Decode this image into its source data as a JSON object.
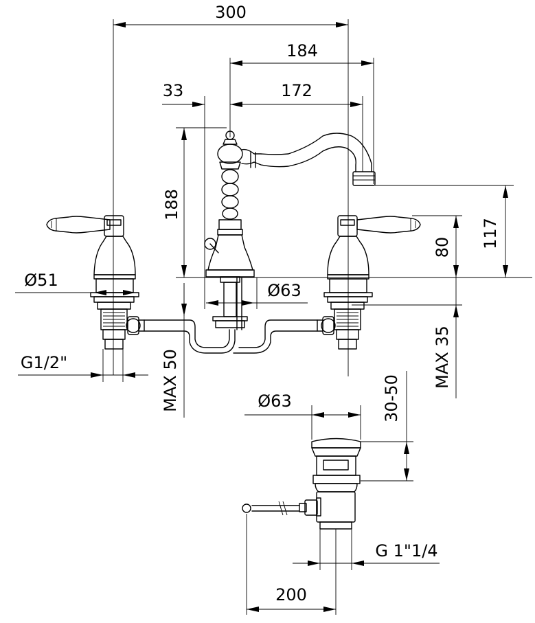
{
  "dimensions": {
    "overall_width": "300",
    "spout_reach": "184",
    "spout_offset": "172",
    "knob_offset": "33",
    "body_height": "188",
    "spout_height": "117",
    "handle_height": "80",
    "max_deck_thickness": "MAX 35",
    "max_below_deck": "MAX 50",
    "handle_base_diameter": "Ø51",
    "body_base_diameter": "Ø63",
    "tail_thread": "G1/2\"",
    "waste_diameter": "Ø63",
    "waste_adjust": "30-50",
    "waste_thread": "G 1\"1/4",
    "rod_length": "200"
  }
}
